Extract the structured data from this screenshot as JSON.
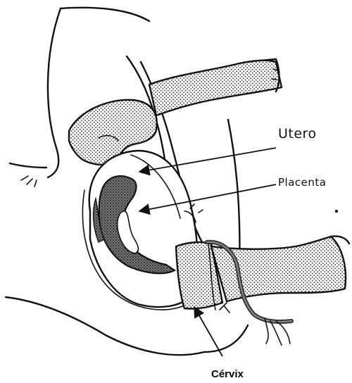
{
  "labels": {
    "utero": "Utero",
    "placenta": "Placenta",
    "cervix": "Cérvix"
  }
}
